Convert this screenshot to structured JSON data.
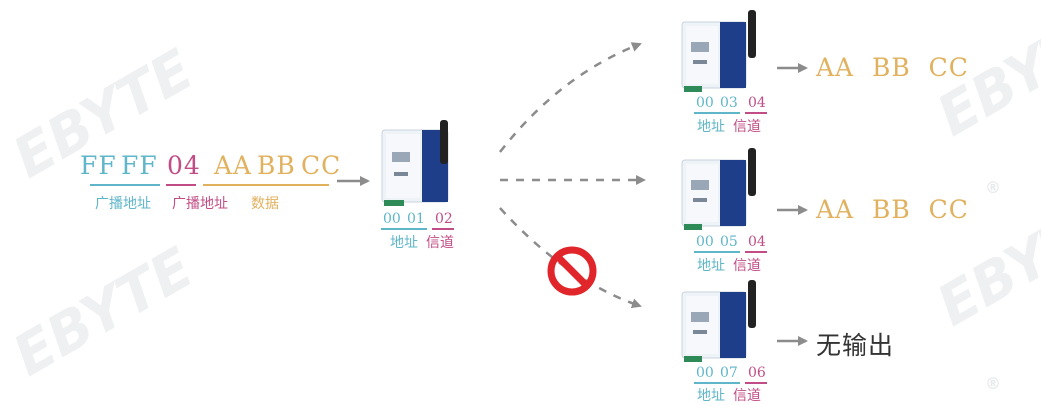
{
  "input": {
    "bytes": [
      {
        "text": "FF",
        "role": "cyan"
      },
      {
        "text": "FF",
        "role": "cyan"
      },
      {
        "text": "04",
        "role": "mag"
      },
      {
        "text": "AA",
        "role": "gold"
      },
      {
        "text": "BB",
        "role": "gold"
      },
      {
        "text": "CC",
        "role": "gold"
      }
    ],
    "label_broadcast": "广播地址",
    "label_channel": "广播地址",
    "label_data": "数据"
  },
  "sender": {
    "addr_hi": "00",
    "addr_lo": "01",
    "channel": "02",
    "label_addr": "地址",
    "label_channel": "信道"
  },
  "receivers": [
    {
      "addr_hi": "00",
      "addr_lo": "03",
      "channel": "04",
      "label_addr": "地址",
      "label_channel": "信道",
      "output": "AA  BB  CC"
    },
    {
      "addr_hi": "00",
      "addr_lo": "05",
      "channel": "04",
      "label_addr": "地址",
      "label_channel": "信道",
      "output": "AA  BB  CC"
    },
    {
      "addr_hi": "00",
      "addr_lo": "07",
      "channel": "06",
      "label_addr": "地址",
      "label_channel": "信道",
      "output": "无输出"
    }
  ],
  "colors": {
    "address": "#5fb6c9",
    "channel": "#c24d86",
    "data": "#e1b15e",
    "block": "#e0262a",
    "arrow": "#8c8c8c"
  },
  "icons": {
    "device": "wireless-module-icon",
    "block": "prohibited-icon"
  },
  "watermark": {
    "text": "EBYTE",
    "mark": "®"
  }
}
